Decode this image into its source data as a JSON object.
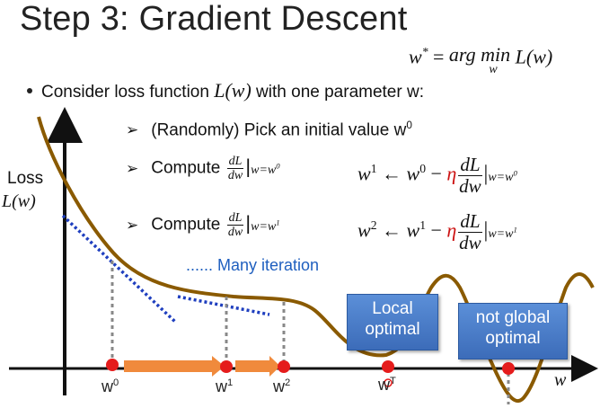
{
  "slide": {
    "title": "Step 3: Gradient Descent",
    "objective": {
      "lhs": "w",
      "lhs_sup": "*",
      "eq": " = ",
      "argmin": "arg min",
      "argmin_sub": "w",
      "rhs": "L(w)"
    },
    "bullet": {
      "text": "Consider loss function ",
      "math": "L(w)",
      "rest": " with one parameter w:"
    },
    "steps": [
      {
        "text": "(Randomly) Pick an initial value w",
        "sup": "0"
      },
      {
        "text": "Compute ",
        "frac_num": "dL",
        "frac_den": "dw",
        "eval": "|",
        "eval_sub": "w=w",
        "eval_sub_sup": "0"
      },
      {
        "text": "Compute ",
        "frac_num": "dL",
        "frac_den": "dw",
        "eval": "|",
        "eval_sub": "w=w",
        "eval_sub_sup": "1"
      }
    ],
    "updates": [
      {
        "lhs": "w",
        "lhs_sup": "1",
        "arrow": " ← ",
        "prev": "w",
        "prev_sup": "0",
        "minus": " − ",
        "eta": "η",
        "frac_num": "dL",
        "frac_den": "dw",
        "eval": "|",
        "eval_sub": "w=w",
        "eval_sub_sup": "0"
      },
      {
        "lhs": "w",
        "lhs_sup": "2",
        "arrow": " ← ",
        "prev": "w",
        "prev_sup": "1",
        "minus": " − ",
        "eta": "η",
        "frac_num": "dL",
        "frac_den": "dw",
        "eval": "|",
        "eval_sub": "w=w",
        "eval_sub_sup": "1"
      }
    ],
    "many_iteration": "...... Many iteration",
    "loss_label": "Loss",
    "loss_symbol": "L(w)",
    "callout_local": [
      "Local",
      "optimal"
    ],
    "callout_global": [
      "not global",
      "optimal"
    ],
    "ticks": [
      {
        "base": "w",
        "sup": "0"
      },
      {
        "base": "w",
        "sup": "1"
      },
      {
        "base": "w",
        "sup": "2"
      },
      {
        "base": "w",
        "sup": "T"
      }
    ],
    "axis_label": "w"
  },
  "colors": {
    "curve": "#8a5a00",
    "tangent": "#1f3fbf",
    "point": "#e51c1c",
    "step_arrow": "#f08a3c",
    "callout": "#4a7cc7",
    "eta": "#cc1111"
  }
}
